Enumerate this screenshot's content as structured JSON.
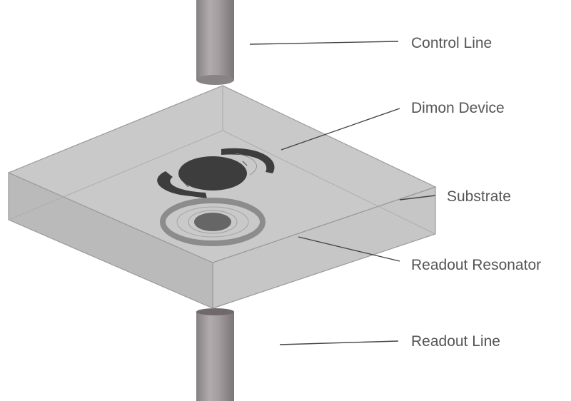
{
  "labels": {
    "control_line": "Control Line",
    "dimon_device": "Dimon Device",
    "substrate": "Substrate",
    "readout_resonator": "Readout Resonator",
    "readout_line": "Readout Line"
  },
  "colors": {
    "cable": "#9e9799",
    "substrate_top": "#c4c4c4",
    "substrate_side": "#b9b9b9",
    "device_dark": "#3d3d3d",
    "resonator_ring": "#8c8c8c",
    "leader_line": "#444444",
    "label_text": "#555555"
  }
}
